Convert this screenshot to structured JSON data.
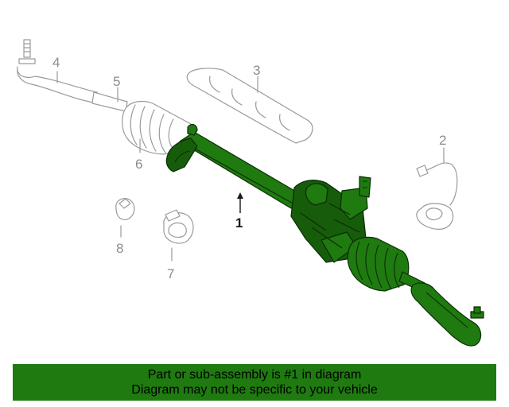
{
  "callouts": {
    "c1": "1",
    "c2": "2",
    "c3": "3",
    "c4": "4",
    "c5": "5",
    "c6": "6",
    "c7": "7",
    "c8": "8"
  },
  "banner": {
    "line1": "Part or sub-assembly is #1 in diagram",
    "line2": "Diagram may not be specific to your vehicle"
  },
  "colors": {
    "highlight": "#1f7a10",
    "outline": "#0b2e05",
    "ghost": "#9a9a9a",
    "background": "#ffffff"
  }
}
